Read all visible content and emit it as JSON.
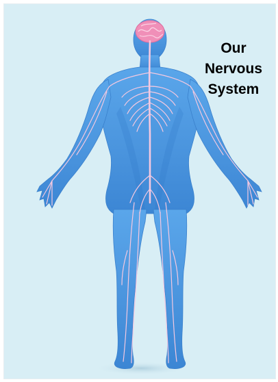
{
  "title": {
    "line1": "Our",
    "line2": "Nervous",
    "line3": "System"
  },
  "illustration": {
    "subject": "human-body-nervous-system",
    "colors": {
      "background": "#d8eef5",
      "body": "#4d9ae3",
      "body_dark": "#2f78c9",
      "nerves": "#f5c9e0",
      "brain": "#f08fb8"
    }
  }
}
